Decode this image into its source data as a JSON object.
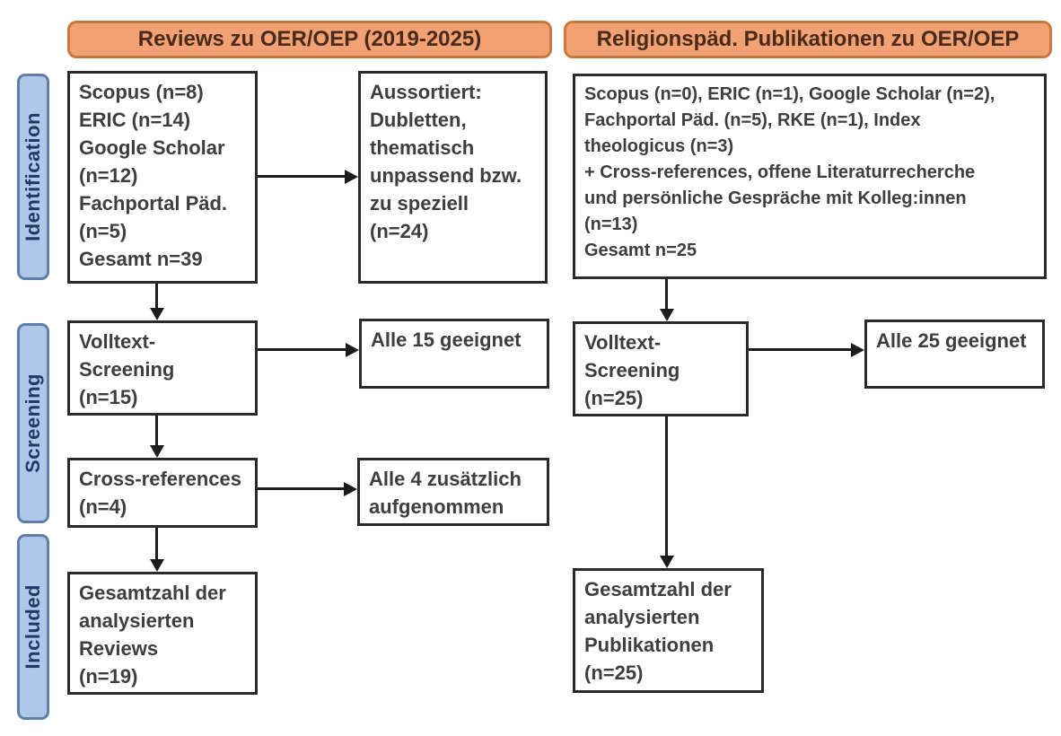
{
  "headers": {
    "left": "Reviews zu OER/OEP (2019-2025)",
    "right": "Religionspäd. Publikationen zu OER/OEP"
  },
  "stages": {
    "identification": "Identification",
    "screening": "Screening",
    "included": "Included"
  },
  "left_column": {
    "identification_box": "Scopus (n=8)\nERIC (n=14)\nGoogle Scholar\n(n=12)\nFachportal Päd.\n(n=5)\nGesamt n=39",
    "excluded_box": "Aussortiert:\nDubletten,\nthematisch\nunpassend bzw.\nzu speziell\n(n=24)",
    "fulltext_box": "Volltext-\nScreening\n(n=15)",
    "fulltext_result_box": "Alle 15 geeignet",
    "crossref_box": "Cross-references\n(n=4)",
    "crossref_result_box": "Alle 4 zusätzlich\naufgenommen",
    "included_box": "Gesamtzahl der\nanalysierten\nReviews\n(n=19)"
  },
  "right_column": {
    "identification_box": "Scopus (n=0), ERIC (n=1), Google Scholar (n=2),\nFachportal Päd. (n=5), RKE (n=1), Index\ntheologicus (n=3)\n+ Cross-references, offene Literaturrecherche\nund persönliche Gespräche mit Kolleg:innen\n(n=13)\nGesamt n=25",
    "fulltext_box": "Volltext-\nScreening\n(n=25)",
    "fulltext_result_box": "Alle 25 geeignet",
    "included_box": "Gesamtzahl der\nanalysierten\nPublikationen\n(n=25)"
  },
  "colors": {
    "header_fill": "#f1a173",
    "header_border": "#c9773f",
    "header_text": "#4a2a1b",
    "stage_fill": "#afc7e8",
    "stage_border": "#5f7fa9",
    "stage_text": "#1f3a64",
    "box_border": "#2a2a2a",
    "box_text": "#3e3e3e",
    "arrow": "#1c1c1c"
  }
}
